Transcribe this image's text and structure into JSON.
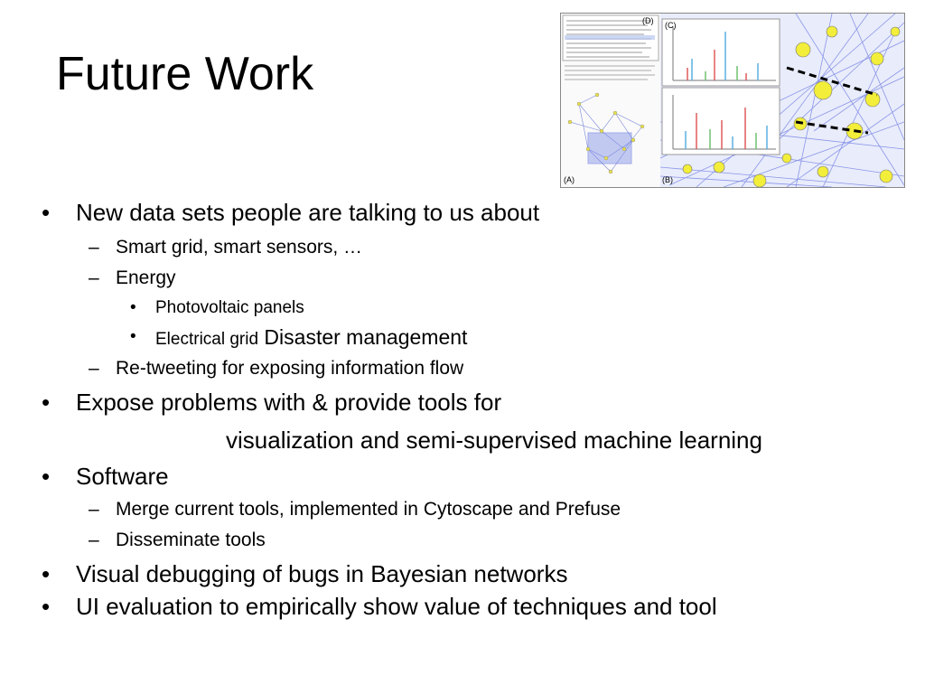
{
  "title": "Future Work",
  "bullets": [
    {
      "level": 1,
      "text": "New data sets people are talking to us about"
    },
    {
      "level": 2,
      "text": "Smart grid, smart sensors, …"
    },
    {
      "level": 2,
      "text": "Energy"
    },
    {
      "level": 3,
      "text": "Photovoltaic panels"
    },
    {
      "level": 3,
      "text": "Electrical grid",
      "suffix": " Disaster management"
    },
    {
      "level": 2,
      "text": "Re-tweeting for exposing information flow"
    },
    {
      "level": 1,
      "text": "Expose problems with & provide tools for"
    },
    {
      "level": 0,
      "text": "visualization and semi-supervised machine learning"
    },
    {
      "level": 1,
      "text": "Software"
    },
    {
      "level": 2,
      "text": "Merge current tools, implemented in Cytoscape and Prefuse"
    },
    {
      "level": 2,
      "text": "Disseminate tools"
    },
    {
      "level": 1,
      "text": "Visual debugging of bugs in Bayesian networks"
    },
    {
      "level": 1,
      "text": "UI evaluation to empirically show value of techniques and tool"
    }
  ],
  "markers": {
    "level1": "•",
    "level2": "–",
    "level3": "•"
  },
  "figure": {
    "panel_a": "(A)",
    "panel_b": "(B)",
    "panel_c": "(C)",
    "panel_d": "(D)",
    "link_color": "#3b4fd8",
    "node_color": "#f2ee3a",
    "bar_colors": [
      "#e05a5a",
      "#5ab0e0",
      "#70c070"
    ]
  }
}
